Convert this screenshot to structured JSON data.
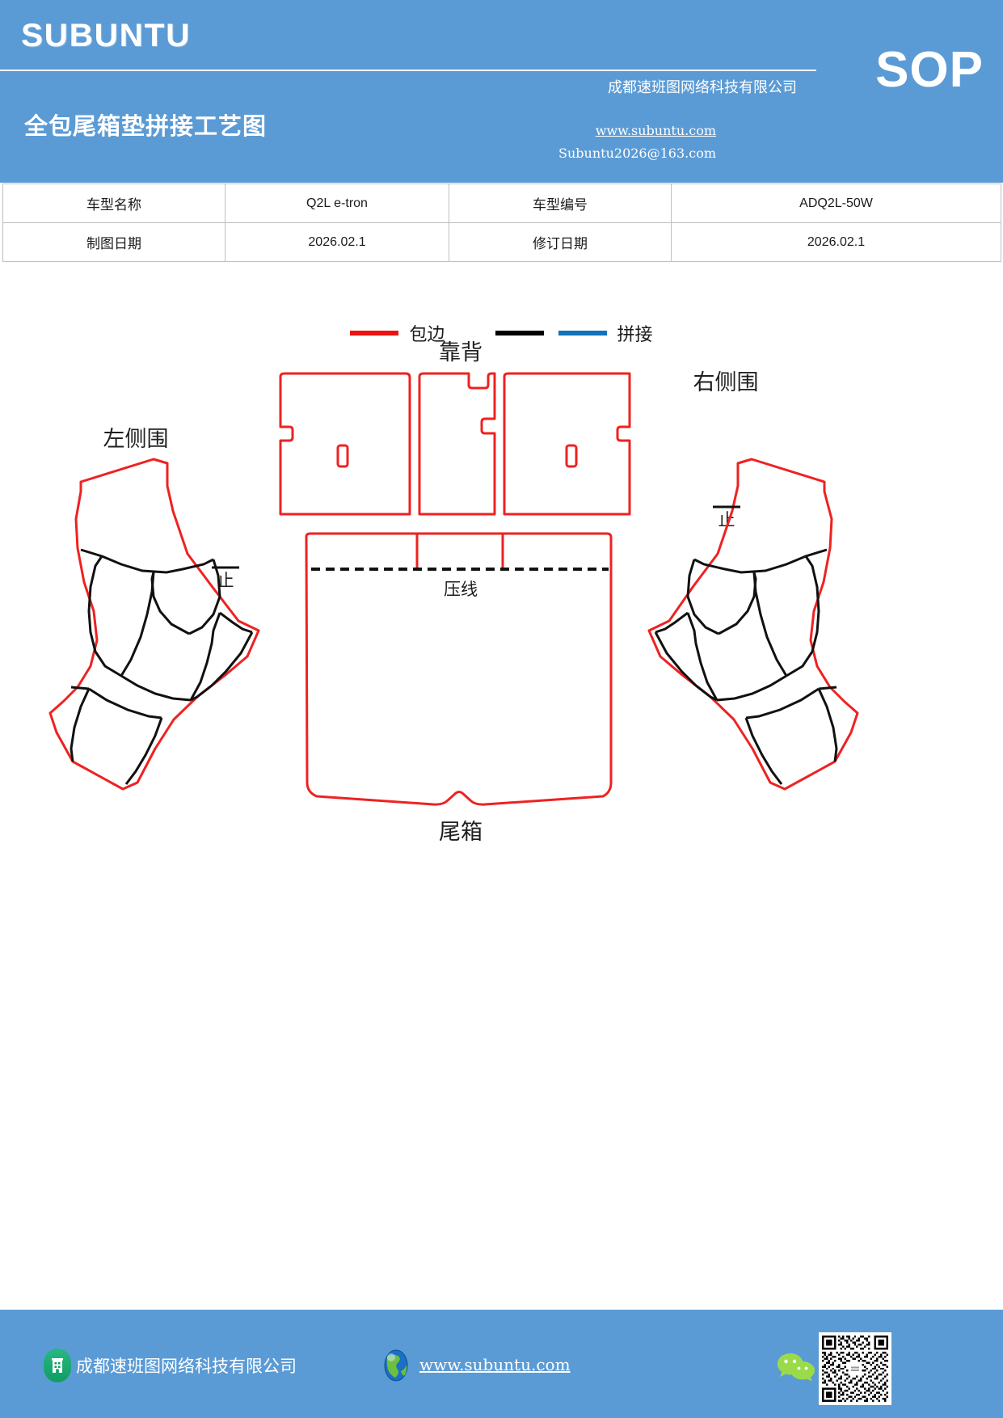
{
  "header": {
    "brand": "SUBUNTU",
    "doc_title": "全包尾箱垫拼接工艺图",
    "sop_badge": "SOP",
    "company_name": "成都速班图网络科技有限公司",
    "site_url": "www.subuntu.com",
    "email": "Subuntu2026@163.com",
    "bg_color": "#5b9bd5"
  },
  "info_table": {
    "rows": [
      {
        "label_1": "车型名称",
        "value_1": "Q2L e-tron",
        "label_2": "车型编号",
        "value_2": "ADQ2L-50W"
      },
      {
        "label_1": "制图日期",
        "value_1": "2026.02.1",
        "label_2": "修订日期",
        "value_2": "2026.02.1"
      }
    ]
  },
  "legend": {
    "items": [
      {
        "label": "包边",
        "color": "#ee1111",
        "name": "binding"
      },
      {
        "label": "",
        "color": "#000000",
        "name": "seam-black"
      },
      {
        "label": "拼接",
        "color": "#1072bb",
        "name": "splice"
      }
    ]
  },
  "drawing": {
    "labels": {
      "backrest": "靠背",
      "left_side": "左侧围",
      "right_side": "右侧围",
      "press_line": "压线",
      "trunk": "尾箱",
      "stop_left": "止",
      "stop_right": "止"
    },
    "colors": {
      "binding_red": "#ee2222",
      "seam_black": "#111111",
      "splice_blue": "#1072bb"
    }
  },
  "footer": {
    "company_name": "成都速班图网络科技有限公司",
    "site_url": "www.subuntu.com",
    "bg_color": "#5b9bd5"
  }
}
